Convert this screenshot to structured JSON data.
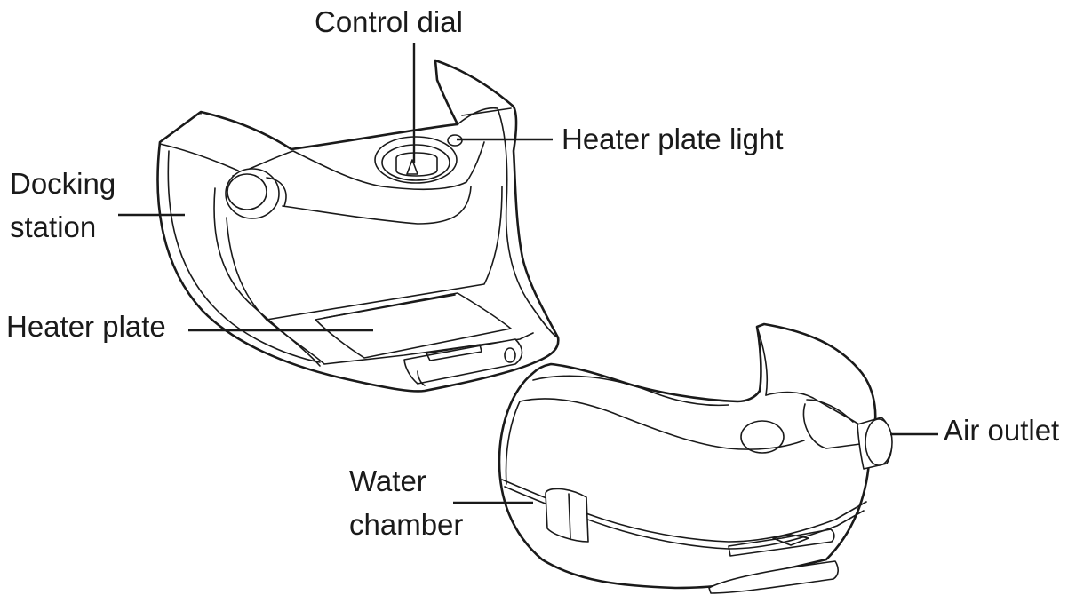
{
  "labels": {
    "control_dial": "Control dial",
    "heater_plate_light": "Heater plate light",
    "docking_station_line1": "Docking",
    "docking_station_line2": "station",
    "heater_plate": "Heater plate",
    "air_outlet": "Air outlet",
    "water_chamber_line1": "Water",
    "water_chamber_line2": "chamber"
  }
}
